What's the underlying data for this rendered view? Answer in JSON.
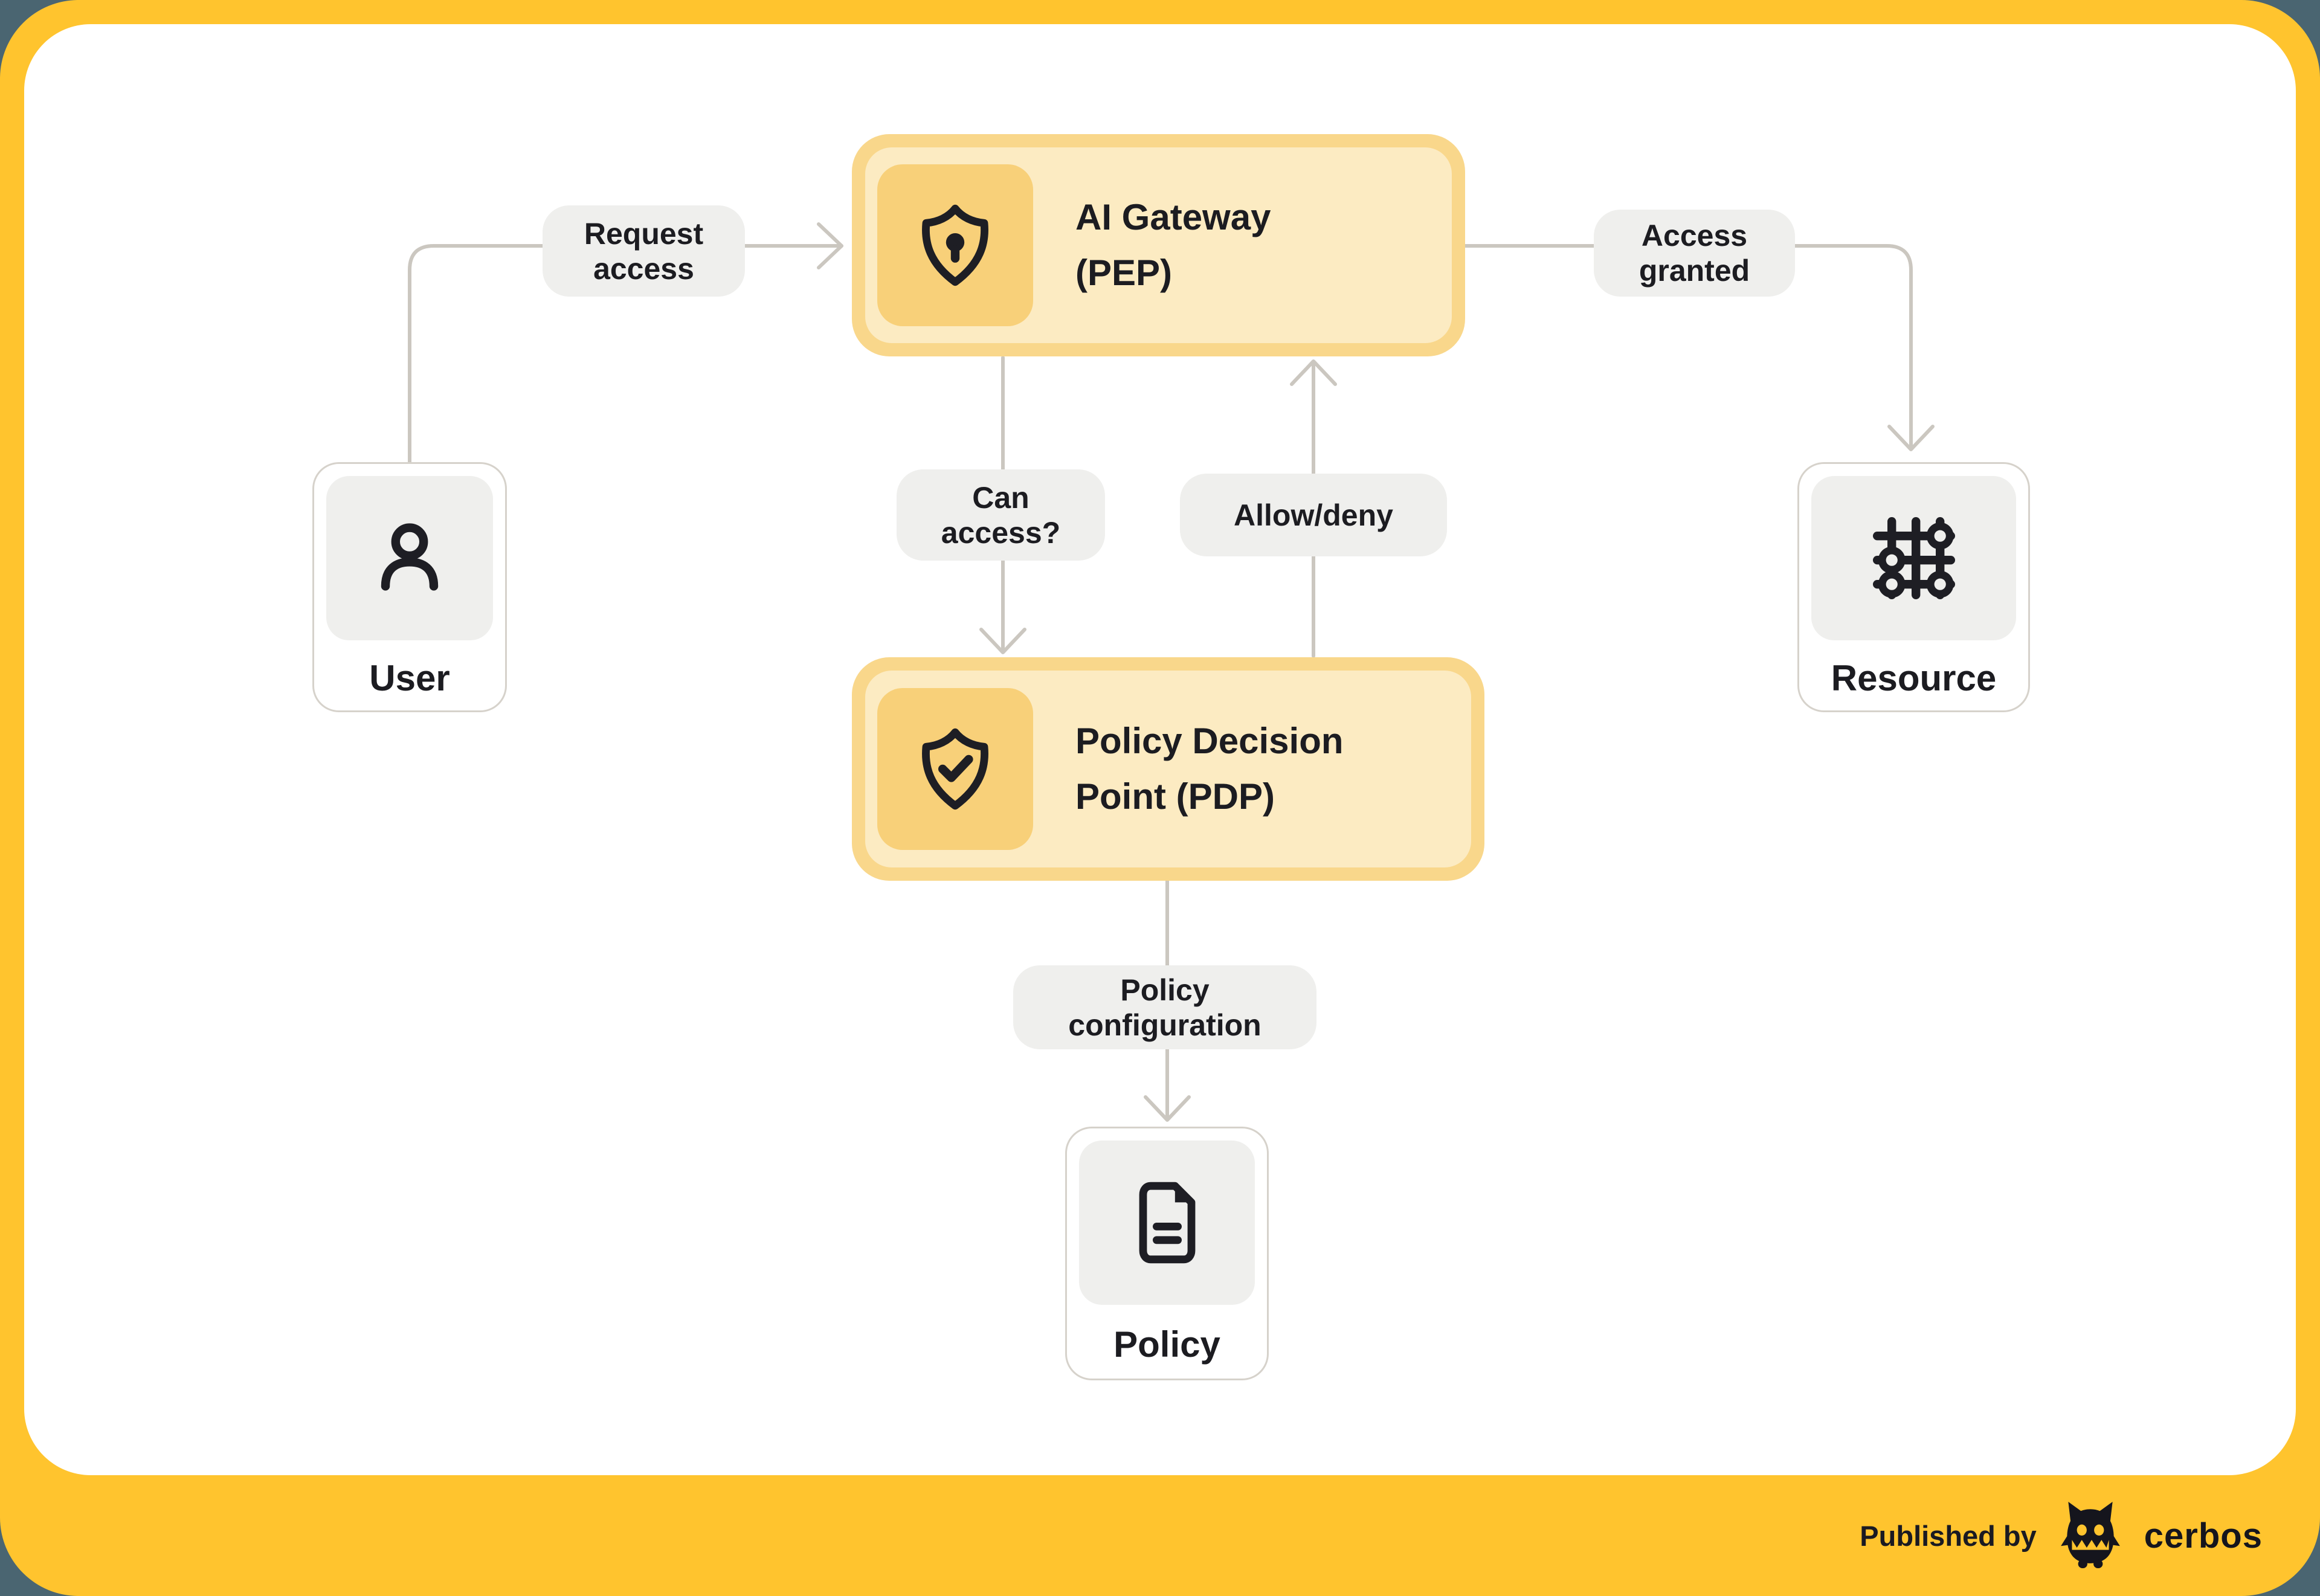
{
  "colors": {
    "bg": "#4A6571",
    "frame": "#FFC42E",
    "canvas": "#FFFFFF",
    "box-border": "#F9D78B",
    "box-fill": "#FCEBC2",
    "box-icon-bg": "#F8D079",
    "pill-bg": "#EFEFED",
    "node-bg": "#FFFFFF",
    "node-border": "#D6D2CB",
    "node-icon-bg": "#EFEFED",
    "connector": "#CBC7C0",
    "ink": "#1C1C21"
  },
  "boxes": {
    "pep": {
      "title_line1": "AI Gateway",
      "title_line2": "(PEP)",
      "icon": "shield-lock-icon"
    },
    "pdp": {
      "title_line1": "Policy Decision",
      "title_line2": "Point (PDP)",
      "icon": "shield-check-icon"
    }
  },
  "nodes": {
    "user": {
      "label": "User",
      "icon": "user-icon"
    },
    "resource": {
      "label": "Resource",
      "icon": "grid-nodes-icon"
    },
    "policy": {
      "label": "Policy",
      "icon": "file-text-icon"
    }
  },
  "edges": {
    "request_access": {
      "line1": "Request",
      "line2": "access"
    },
    "can_access": {
      "line1": "Can",
      "line2": "access?"
    },
    "allow_deny": {
      "line1": "Allow/deny"
    },
    "policy_configuration": {
      "line1": "Policy",
      "line2": "configuration"
    },
    "access_granted": {
      "line1": "Access",
      "line2": "granted"
    }
  },
  "footer": {
    "published_by": "Published by",
    "brand": "cerbos"
  }
}
